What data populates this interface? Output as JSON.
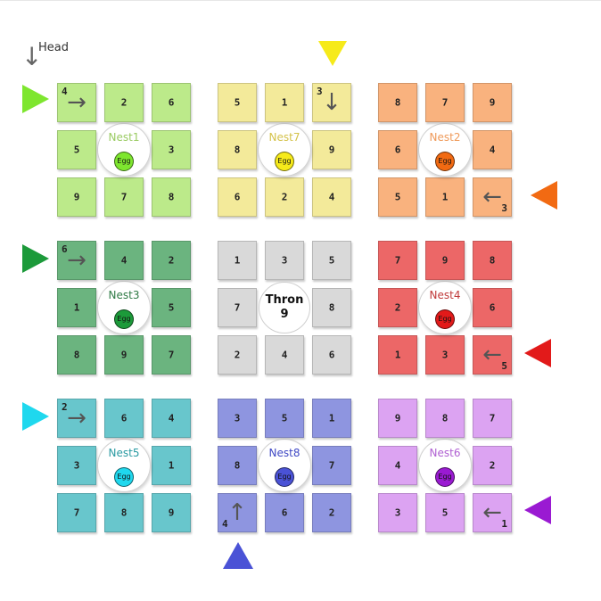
{
  "head": {
    "label": "Head",
    "arrow": "↓"
  },
  "egg_label": "Egg",
  "throne": {
    "name": "Thron",
    "number": "9"
  },
  "regions": [
    {
      "id": "nest1",
      "label": "Nest1",
      "color": "#bcea8a",
      "label_color": "#9acb62",
      "egg_color": "#7ee62f",
      "cells": [
        "4",
        "2",
        "6",
        "5",
        null,
        "3",
        "9",
        "7",
        "8"
      ],
      "arrow": {
        "cell": 0,
        "dir": "→"
      }
    },
    {
      "id": "nest7",
      "label": "Nest7",
      "color": "#f3ea9a",
      "label_color": "#d4c24a",
      "egg_color": "#f6ea1a",
      "cells": [
        "5",
        "1",
        "3",
        "8",
        null,
        "9",
        "6",
        "2",
        "4"
      ],
      "arrow": {
        "cell": 2,
        "dir": "↓"
      }
    },
    {
      "id": "nest2",
      "label": "Nest2",
      "color": "#f9b27e",
      "label_color": "#ef9a5a",
      "egg_color": "#f26a12",
      "cells": [
        "8",
        "7",
        "9",
        "6",
        null,
        "4",
        "5",
        "1",
        "3"
      ],
      "arrow": {
        "cell": 8,
        "dir": "←"
      }
    },
    {
      "id": "nest3",
      "label": "Nest3",
      "color": "#6bb47f",
      "label_color": "#2f7a45",
      "egg_color": "#1c9a3a",
      "cells": [
        "6",
        "4",
        "2",
        "1",
        null,
        "5",
        "8",
        "9",
        "7"
      ],
      "arrow": {
        "cell": 0,
        "dir": "→"
      }
    },
    {
      "id": "throne",
      "label": "",
      "color": "#d9d9d9",
      "label_color": "#111111",
      "egg_color": "",
      "cells": [
        "1",
        "3",
        "5",
        "7",
        null,
        "8",
        "2",
        "4",
        "6"
      ],
      "arrow": null
    },
    {
      "id": "nest4",
      "label": "Nest4",
      "color": "#ec6767",
      "label_color": "#c03a3a",
      "egg_color": "#e21a1a",
      "cells": [
        "7",
        "9",
        "8",
        "2",
        null,
        "6",
        "1",
        "3",
        "5"
      ],
      "arrow": {
        "cell": 8,
        "dir": "←"
      }
    },
    {
      "id": "nest5",
      "label": "Nest5",
      "color": "#68c6cc",
      "label_color": "#2a9aa2",
      "egg_color": "#1fd8ee",
      "cells": [
        "2",
        "6",
        "4",
        "3",
        null,
        "1",
        "7",
        "8",
        "9"
      ],
      "arrow": {
        "cell": 0,
        "dir": "→"
      }
    },
    {
      "id": "nest8",
      "label": "Nest8",
      "color": "#8e95e0",
      "label_color": "#3f48c4",
      "egg_color": "#4a52d6",
      "cells": [
        "3",
        "5",
        "1",
        "8",
        null,
        "7",
        "4",
        "6",
        "2"
      ],
      "arrow": {
        "cell": 6,
        "dir": "↑"
      }
    },
    {
      "id": "nest6",
      "label": "Nest6",
      "color": "#dca3f2",
      "label_color": "#b060d2",
      "egg_color": "#9a1ad2",
      "cells": [
        "9",
        "8",
        "7",
        "4",
        null,
        "2",
        "3",
        "5",
        "1"
      ],
      "arrow": {
        "cell": 8,
        "dir": "←"
      }
    }
  ],
  "markers": [
    {
      "id": "nest1",
      "color": "#7ee62f",
      "dir": "right"
    },
    {
      "id": "nest7",
      "color": "#f6ea1a",
      "dir": "down"
    },
    {
      "id": "nest2",
      "color": "#f26a12",
      "dir": "left"
    },
    {
      "id": "nest3",
      "color": "#1c9a3a",
      "dir": "right"
    },
    {
      "id": "nest4",
      "color": "#e21a1a",
      "dir": "left"
    },
    {
      "id": "nest5",
      "color": "#1fd8ee",
      "dir": "right"
    },
    {
      "id": "nest8",
      "color": "#4a52d6",
      "dir": "up"
    },
    {
      "id": "nest6",
      "color": "#9a1ad2",
      "dir": "left"
    }
  ]
}
